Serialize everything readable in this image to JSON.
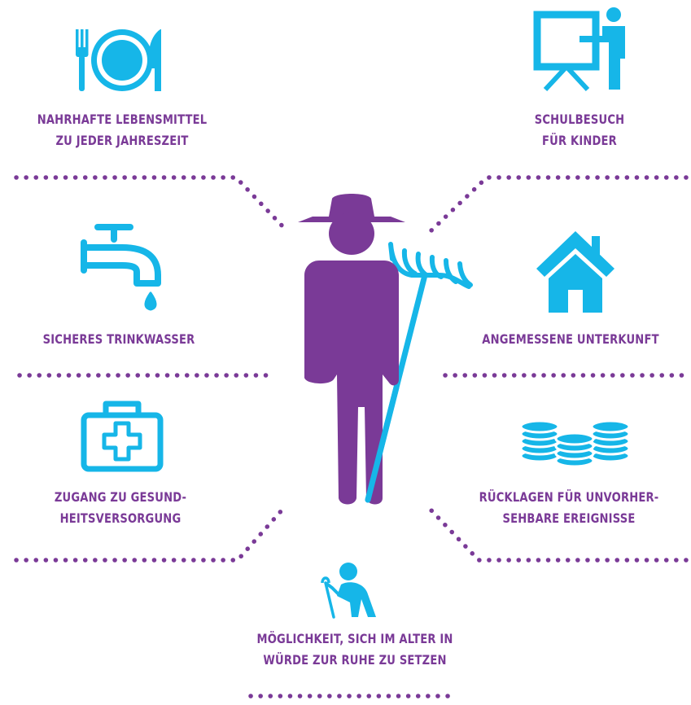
{
  "colors": {
    "purple": "#7a3a97",
    "cyan": "#16b6e8",
    "background": "#ffffff"
  },
  "items": {
    "food": {
      "icon": "plate-fork-knife-icon",
      "line1": "NAHRHAFTE LEBENSMITTEL",
      "line2": "ZU JEDER JAHRESZEIT"
    },
    "school": {
      "icon": "teacher-board-icon",
      "line1": "SCHULBESUCH",
      "line2": "FÜR KINDER"
    },
    "water": {
      "icon": "water-tap-icon",
      "line1": "SICHERES TRINKWASSER"
    },
    "shelter": {
      "icon": "house-icon",
      "line1": "ANGEMESSENE UNTERKUNFT"
    },
    "health": {
      "icon": "first-aid-kit-icon",
      "line1": "ZUGANG ZU GESUND-",
      "line2": "HEITSVERSORGUNG"
    },
    "savings": {
      "icon": "coin-stacks-icon",
      "line1": "RÜCKLAGEN FÜR UNVORHER-",
      "line2": "SEHBARE EREIGNISSE"
    },
    "retirement": {
      "icon": "elderly-person-cane-icon",
      "line1": "MÖGLICHKEIT, SICH IM ALTER IN",
      "line2": "WÜRDE ZUR RUHE ZU SETZEN"
    }
  },
  "center": {
    "icon": "farmer-with-rake-icon"
  }
}
